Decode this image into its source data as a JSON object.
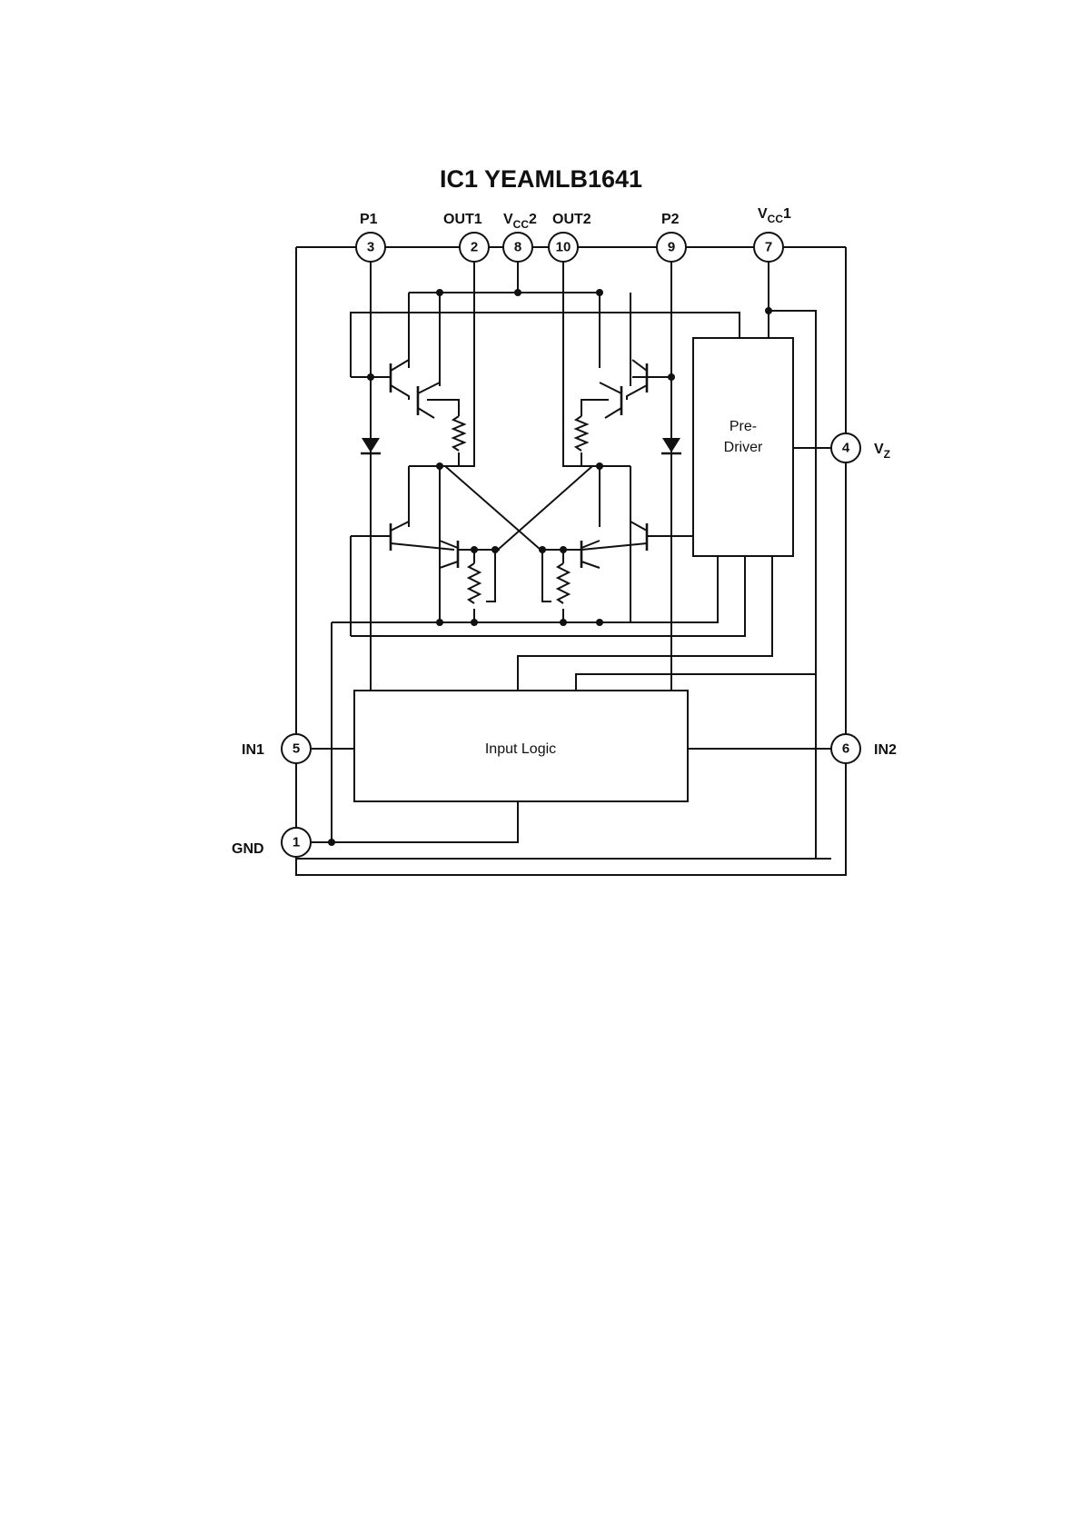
{
  "title": "IC1 YEAMLB1641",
  "pins": {
    "p1": {
      "label": "P1",
      "number": "3"
    },
    "out1": {
      "label": "OUT1",
      "number": "2"
    },
    "vcc2": {
      "label": "V",
      "sub": "CC",
      "suffix": "2",
      "number": "8"
    },
    "out2": {
      "label": "OUT2",
      "number": "10"
    },
    "p2": {
      "label": "P2",
      "number": "9"
    },
    "vcc1": {
      "label": "V",
      "sub": "CC",
      "suffix": "1",
      "number": "7"
    },
    "vz": {
      "label": "V",
      "sub": "Z",
      "number": "4"
    },
    "in1": {
      "label": "IN1",
      "number": "5"
    },
    "in2": {
      "label": "IN2",
      "number": "6"
    },
    "gnd": {
      "label": "GND",
      "number": "1"
    }
  },
  "blocks": {
    "pre_driver": {
      "line1": "Pre-",
      "line2": "Driver"
    },
    "input_logic": {
      "label": "Input Logic"
    }
  }
}
